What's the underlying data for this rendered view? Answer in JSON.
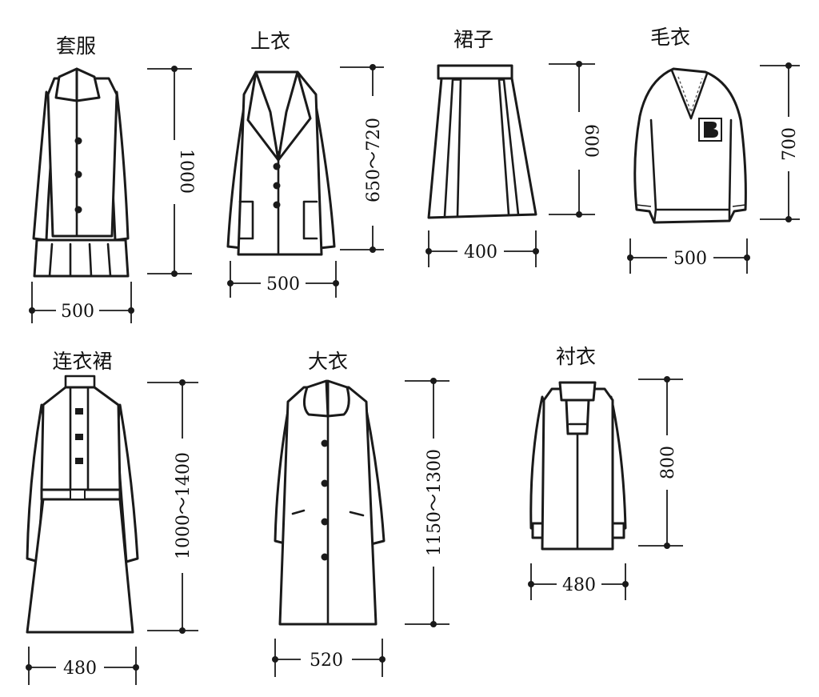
{
  "garments": [
    {
      "id": "suit",
      "title": "套服",
      "height_label": "1000",
      "width_label": "500"
    },
    {
      "id": "jacket",
      "title": "上衣",
      "height_label": "650～720",
      "width_label": "500"
    },
    {
      "id": "skirt",
      "title": "裙子",
      "height_label": "600",
      "width_label": "400"
    },
    {
      "id": "sweater",
      "title": "毛衣",
      "height_label": "700",
      "width_label": "500"
    },
    {
      "id": "dress",
      "title": "连衣裙",
      "height_label": "1000～1400",
      "width_label": "480"
    },
    {
      "id": "coat",
      "title": "大衣",
      "height_label": "1150～1300",
      "width_label": "520"
    },
    {
      "id": "shirt",
      "title": "衬衣",
      "height_label": "800",
      "width_label": "480"
    }
  ]
}
